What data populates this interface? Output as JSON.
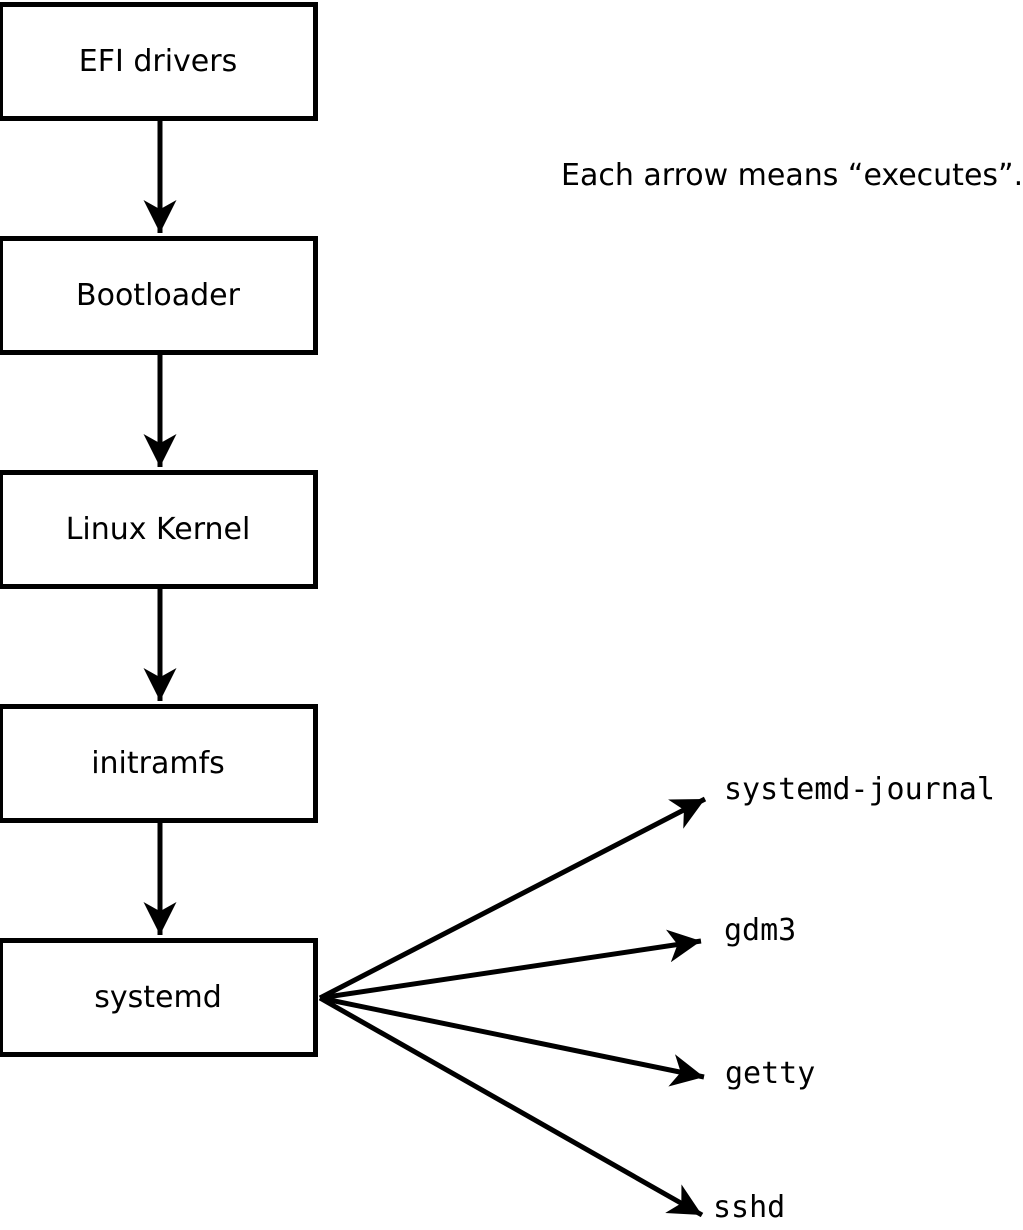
{
  "note": {
    "text": "Each arrow means “executes”."
  },
  "boot_chain": [
    {
      "label": "EFI drivers"
    },
    {
      "label": "Bootloader"
    },
    {
      "label": "Linux Kernel"
    },
    {
      "label": "initramfs"
    },
    {
      "label": "systemd"
    }
  ],
  "spawned_processes": [
    {
      "label": "systemd-journal"
    },
    {
      "label": "gdm3"
    },
    {
      "label": "getty"
    },
    {
      "label": "sshd"
    }
  ],
  "colors": {
    "line": "#000000",
    "text": "#000000",
    "box_border": "#000000",
    "box_fill": "#ffffff",
    "background": "#ffffff"
  }
}
